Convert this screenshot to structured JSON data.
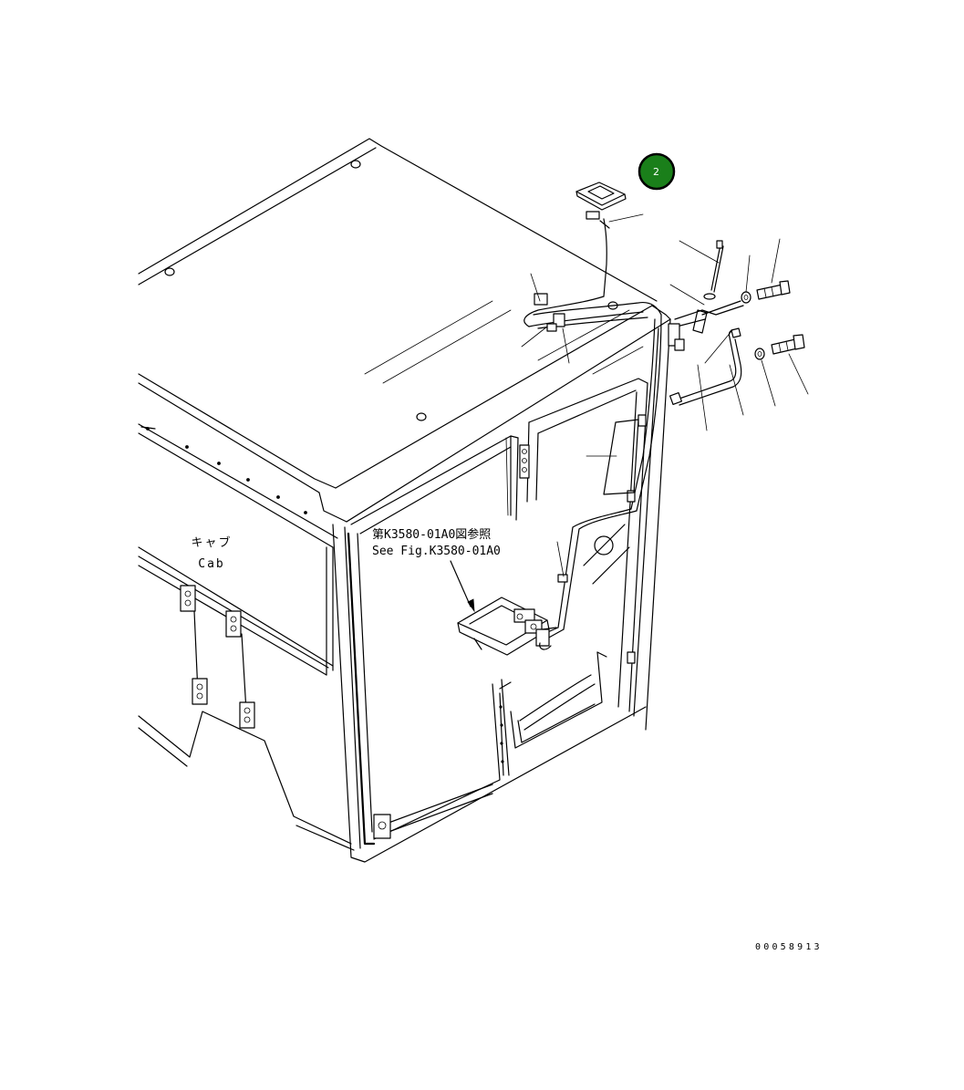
{
  "callout": {
    "number": "2",
    "color": "#1a7f1a",
    "border": "#000000"
  },
  "cab_label": {
    "jp": "キャブ",
    "en": "Cab"
  },
  "reference_note": {
    "jp": "第K3580-01A0図参照",
    "en": "See Fig.K3580-01A0"
  },
  "drawing_id": "00058913"
}
